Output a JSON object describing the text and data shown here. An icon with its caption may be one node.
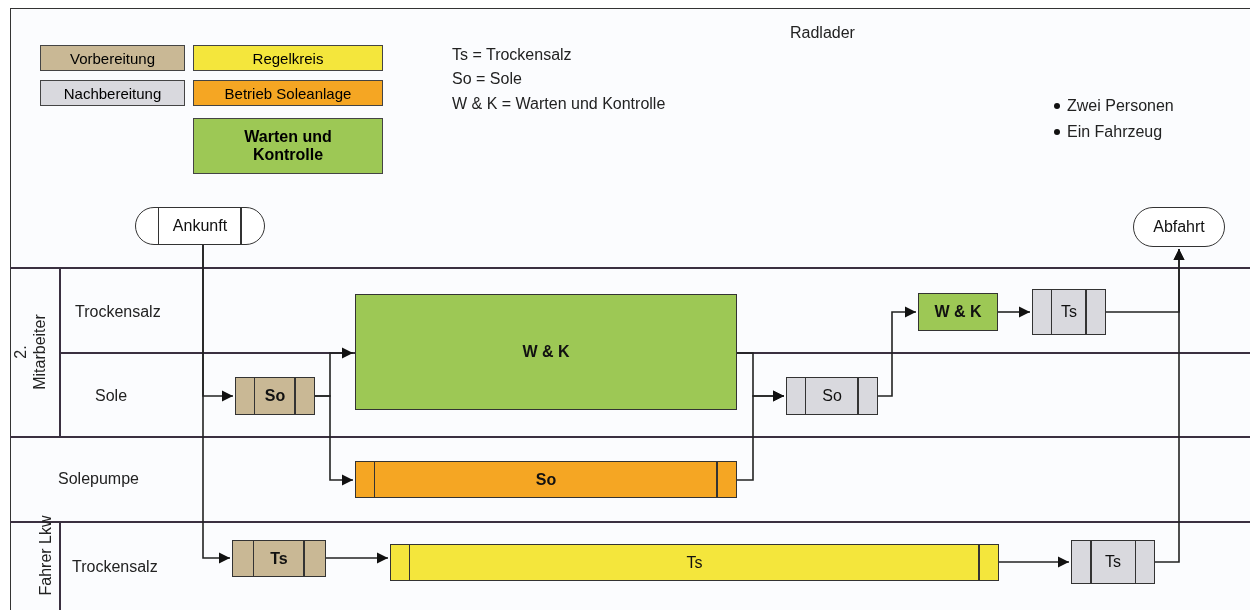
{
  "diagram": {
    "title": "Radlader",
    "nodes": [
      {
        "text": [
          "Ankunft"
        ]
      },
      {
        "text": [
          "Abfahrt"
        ]
      },
      {
        "text": [
          "So"
        ]
      },
      {
        "text": [
          "W & K"
        ]
      },
      {
        "text": [
          "So"
        ]
      },
      {
        "text": [
          "So"
        ]
      },
      {
        "text": [
          "W & K"
        ]
      },
      {
        "text": [
          "Ts"
        ]
      },
      {
        "text": [
          "Ts"
        ]
      },
      {
        "text": [
          "Ts"
        ]
      },
      {
        "text": [
          "Ts"
        ]
      }
    ],
    "edges": [
      {
        "from": 0,
        "to": 2,
        "arrow": "to"
      },
      {
        "from": 0,
        "to": 8,
        "arrow": "to"
      },
      {
        "from": 2,
        "to": 3,
        "arrow": "to"
      },
      {
        "from": 2,
        "to": 4,
        "arrow": "to"
      },
      {
        "from": 3,
        "to": 5,
        "arrow": "to"
      },
      {
        "from": 4,
        "to": 5,
        "arrow": "to"
      },
      {
        "from": 5,
        "to": 6,
        "arrow": "to"
      },
      {
        "from": 6,
        "to": 7,
        "arrow": "to"
      },
      {
        "from": 7,
        "to": 1,
        "arrow": "to"
      },
      {
        "from": 8,
        "to": 9,
        "arrow": "to"
      },
      {
        "from": 9,
        "to": 10,
        "arrow": "to"
      },
      {
        "from": 10,
        "to": 1,
        "arrow": "to"
      }
    ],
    "labels": [
      "Ts = Trockensalz",
      "So = Sole",
      "W & K = Warten und Kontrolle",
      "Zwei Personen",
      "Ein Fahrzeug",
      "2. Mitarbeiter",
      "Trockensalz",
      "Sole",
      "Solepumpe",
      "Fahrer Lkw",
      "Trockensalz"
    ],
    "legend": [
      {
        "text": "Vorbereitung",
        "color": "#c9b895"
      },
      {
        "text": "Regelkreis",
        "color": "#f4e63c"
      },
      {
        "text": "Nachbereitung",
        "color": "#d9d9de"
      },
      {
        "text": "Betrieb Soleanlage",
        "color": "#f5a623"
      },
      {
        "text": "Warten und Kontrolle",
        "color": "#9dc855"
      }
    ]
  }
}
